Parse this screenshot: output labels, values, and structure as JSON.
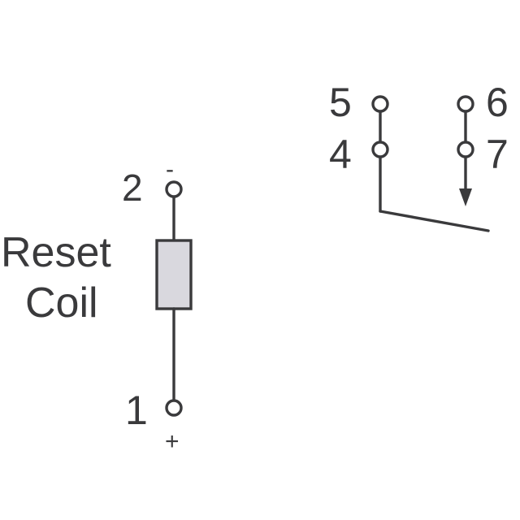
{
  "colors": {
    "line": "#3a3a3c",
    "coil_fill": "#d9d8de",
    "background": "#ffffff"
  },
  "coil": {
    "label_line1": "Reset",
    "label_line2": "Coil",
    "pin_top": "2",
    "pin_top_polarity": "-",
    "pin_bottom": "1",
    "pin_bottom_polarity": "+"
  },
  "contacts": {
    "pin_5": "5",
    "pin_4": "4",
    "pin_6": "6",
    "pin_7": "7"
  }
}
